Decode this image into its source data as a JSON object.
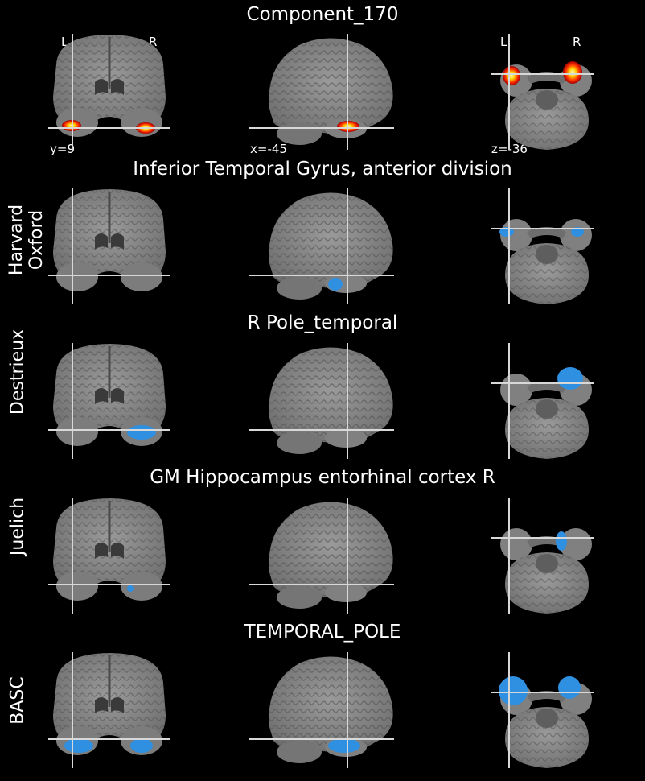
{
  "rows": [
    {
      "title": "Component_170",
      "label": "",
      "blob": "hot",
      "coords": [
        "y=9",
        "x=-45",
        "z=-36"
      ],
      "orient": [
        "L",
        "R",
        "L",
        "R"
      ]
    },
    {
      "title": "Inferior Temporal Gyrus, anterior division",
      "label": "Harvard\nOxford",
      "blob": "blue"
    },
    {
      "title": "R Pole_temporal",
      "label": "Destrieux",
      "blob": "blue"
    },
    {
      "title": "GM Hippocampus entorhinal cortex R",
      "label": "Juelich",
      "blob": "blue"
    },
    {
      "title": "TEMPORAL_POLE",
      "label": "BASC",
      "blob": "blue"
    }
  ],
  "colors": {
    "background": "#000000",
    "blue": "#2f8fe0",
    "crosshair": "#d8d8d8"
  }
}
